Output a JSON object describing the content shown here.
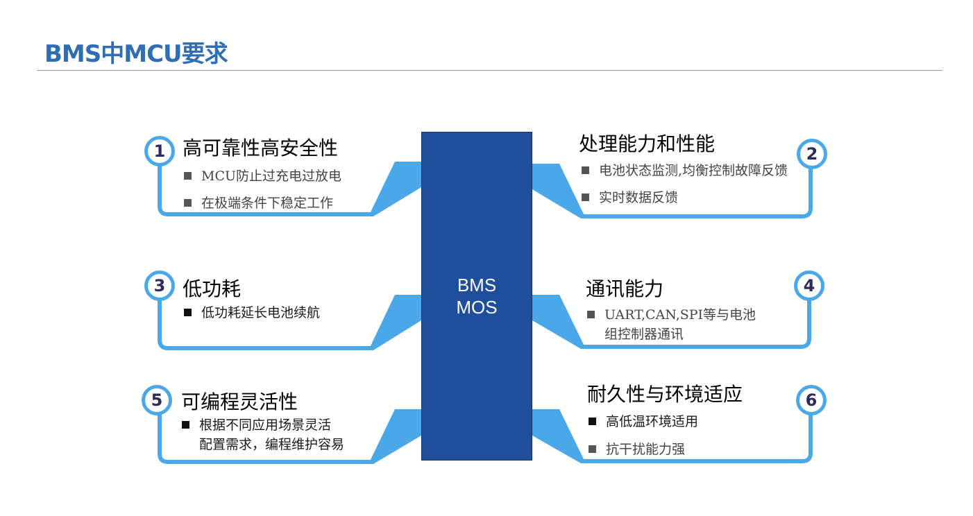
{
  "title": "BMS中MCU要求",
  "center": {
    "line1": "BMS",
    "line2": "MOS"
  },
  "colors": {
    "title": "#2f6db5",
    "center_box": "#1f4e9c",
    "connector": "#4aa8e8",
    "badge_number": "#2e2a5c"
  },
  "items": [
    {
      "number": "1",
      "heading": "高可靠性高安全性",
      "bullets": [
        "MCU防止过充电过放电",
        "在极端条件下稳定工作"
      ]
    },
    {
      "number": "2",
      "heading": "处理能力和性能",
      "bullets": [
        "电池状态监测,均衡控制故障反馈",
        "实时数据反馈"
      ]
    },
    {
      "number": "3",
      "heading": "低功耗",
      "bullets": [
        "低功耗延长电池续航"
      ]
    },
    {
      "number": "4",
      "heading": "通讯能力",
      "bullets": [
        "UART,CAN,SPI等与电池",
        "组控制器通讯"
      ]
    },
    {
      "number": "5",
      "heading": "可编程灵活性",
      "bullets": [
        "根据不同应用场景灵活",
        "配置需求，编程维护容易"
      ]
    },
    {
      "number": "6",
      "heading": "耐久性与环境适应",
      "bullets": [
        "高低温环境适用",
        "抗干扰能力强"
      ]
    }
  ]
}
